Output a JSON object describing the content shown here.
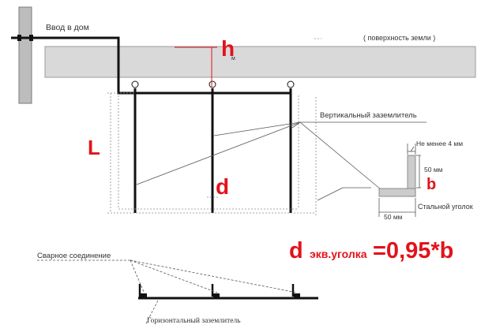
{
  "labels": {
    "house_entry": "Ввод в дом",
    "ground_surface": "( поверхность земли )",
    "vertical_electrode": "Вертикальный заземлитель",
    "min_4mm": "Не менее 4 мм",
    "dim_50mm_v": "50 мм",
    "dim_50mm_h": "50 мм",
    "steel_angle": "Стальной уголок",
    "weld_joint": "Сварное соединение",
    "horizontal_electrode": "Горизонтальный заземлитель"
  },
  "red_labels": {
    "h": "h",
    "h_sub": "м",
    "L": "L",
    "d": "d",
    "b": "b",
    "formula_d": "d",
    "formula_sub": "экв.уголка",
    "formula_rest": "=0,95*b"
  },
  "colors": {
    "accent_red": "#e3121b",
    "ground_fill": "#d9d9d9",
    "line": "#111111"
  }
}
